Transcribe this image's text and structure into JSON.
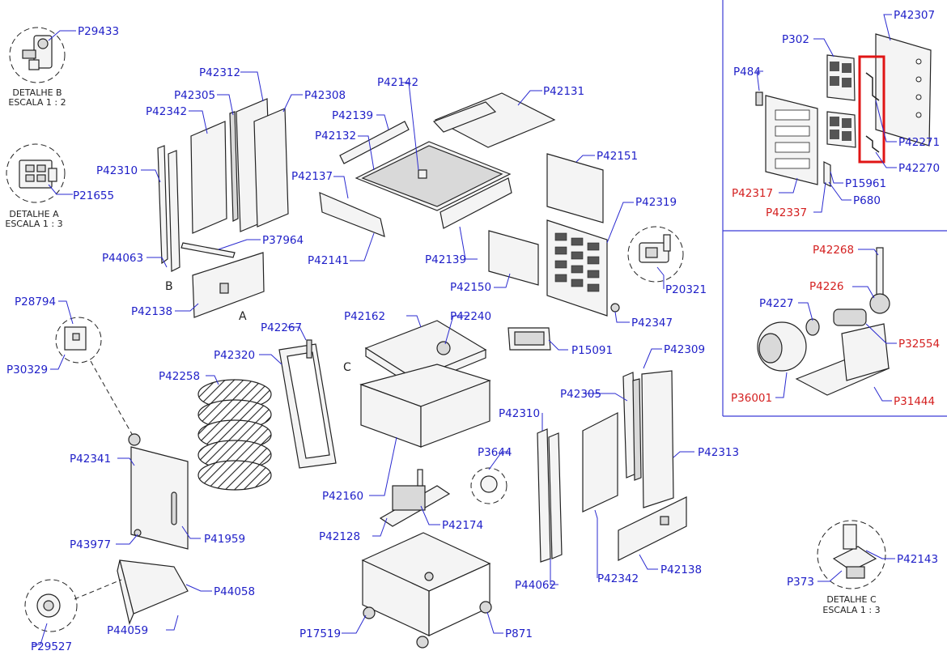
{
  "labels": {
    "P29433": "P29433",
    "P42312": "P42312",
    "P42305": "P42305",
    "P42342": "P42342",
    "P42308": "P42308",
    "P42142": "P42142",
    "P42131": "P42131",
    "P42139": "P42139",
    "P42132": "P42132",
    "P42151": "P42151",
    "P42310": "P42310",
    "P21655": "P21655",
    "P42137": "P42137",
    "P42319": "P42319",
    "P37964": "P37964",
    "P44063": "P44063",
    "P42141": "P42141",
    "P42150": "P42150",
    "P20321": "P20321",
    "P42138": "P42138",
    "P42347": "P42347",
    "P28794": "P28794",
    "P42267": "P42267",
    "P42162": "P42162",
    "P42240": "P42240",
    "P15091": "P15091",
    "P42309": "P42309",
    "P30329": "P30329",
    "P42320": "P42320",
    "P42258": "P42258",
    "P3644": "P3644",
    "P42313": "P42313",
    "P42341": "P42341",
    "P42160": "P42160",
    "P42174": "P42174",
    "P42128": "P42128",
    "P41959": "P41959",
    "P43977": "P43977",
    "P44058": "P44058",
    "P44062": "P44062",
    "P44059": "P44059",
    "P17519": "P17519",
    "P871": "P871",
    "P29527": "P29527",
    "P42307": "P42307",
    "P302": "P302",
    "P484": "P484",
    "P42271": "P42271",
    "P42270": "P42270",
    "P15961": "P15961",
    "P42317": "P42317",
    "P680": "P680",
    "P42337": "P42337",
    "P42268": "P42268",
    "P4226": "P4226",
    "P4227": "P4227",
    "P32554": "P32554",
    "P36001": "P36001",
    "P31444": "P31444",
    "P42143": "P42143",
    "P373": "P373"
  },
  "details": {
    "b_title": "DETALHE B",
    "b_scale": "ESCALA 1 : 2",
    "a_title": "DETALHE A",
    "a_scale": "ESCALA 1 : 3",
    "c_title": "DETALHE C",
    "c_scale": "ESCALA 1 : 3"
  },
  "letters": {
    "a": "A",
    "b": "B",
    "c": "C"
  },
  "colors": {
    "callout": "#1f1fc8",
    "callout_red": "#d41f1f",
    "highlight": "#e01515",
    "divider": "#3b3bd6"
  }
}
